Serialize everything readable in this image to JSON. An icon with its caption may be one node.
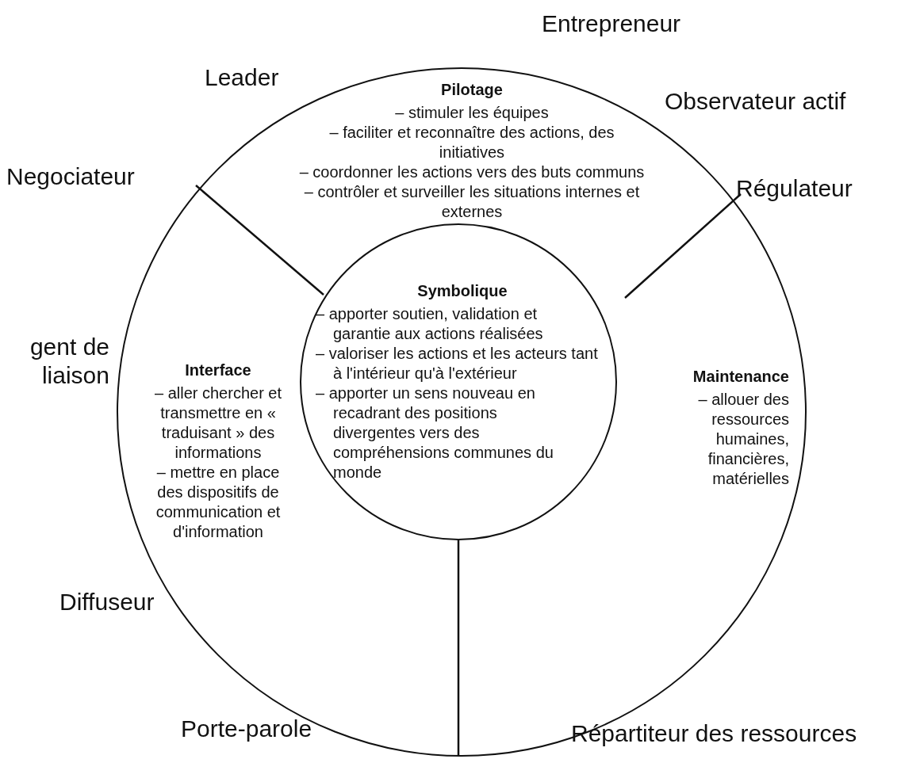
{
  "diagram": {
    "nodes": [
      {
        "text": [
          "Pilotage",
          "– stimuler les équipes",
          "– faciliter et reconnaître des actions, des initiatives",
          "– coordonner les actions vers des buts communs",
          "– contrôler et surveiller les situations internes et externes"
        ]
      },
      {
        "text": [
          "Symbolique",
          "– apporter soutien, validation et garantie aux actions réalisées",
          "– valoriser les actions et les acteurs tant à l'intérieur qu'à l'extérieur",
          "– apporter un sens nouveau en recadrant des positions divergentes vers des compréhensions communes du monde"
        ]
      },
      {
        "text": [
          "Interface",
          "– aller chercher et transmettre en « traduisant » des informations",
          "– mettre en place des dispositifs de communication et d'information"
        ]
      },
      {
        "text": [
          "Maintenance",
          "– allouer des ressources humaines, financières, matérielles"
        ]
      }
    ],
    "labels": [
      "Entrepreneur",
      "Leader",
      "Observateur actif",
      "Negociateur",
      "Régulateur",
      "gent de liaison",
      "Diffuseur",
      "Porte-parole",
      "Répartiteur des ressources"
    ]
  }
}
